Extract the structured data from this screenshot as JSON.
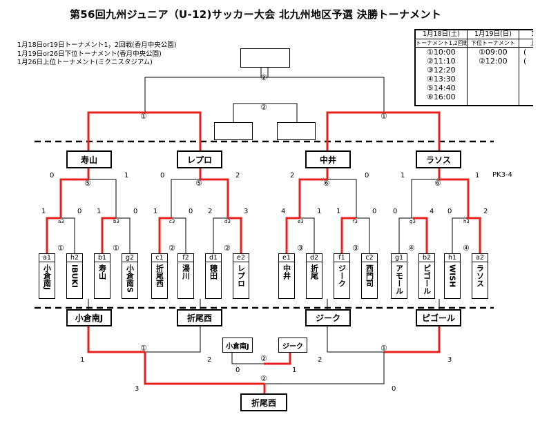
{
  "title": "第56回九州ジュニア（U-12)サッカー大会 北九州地区予選  決勝トーナメント",
  "info_lines": [
    "1月18日or19日トーナメント1，2回戦(香月中央公園)",
    "1月19日or26日下位トーナメント(香月中央公園)",
    "1月26日上位トーナメント(ミクニスタジアム)"
  ],
  "schedule": {
    "col1_header": "1月18日(土)",
    "col1_sub": "トーナメント1,2回戦",
    "col1_times": [
      "①10:00",
      "②11:10",
      "③12:20",
      "④13:30",
      "⑤14:40",
      "⑥16:00"
    ],
    "col2_header": "1月19日(日)",
    "col2_sub": "下位トーナメント",
    "col2_times": [
      "①09:00",
      "②12:00"
    ],
    "col3_header": "1",
    "col3_sub": "上",
    "col3_times": [
      "(",
      "("
    ]
  },
  "round2_winners": [
    "寿山",
    "レプロ",
    "中井",
    "ラソス"
  ],
  "round1_winners": [
    "小倉南J",
    "折尾西",
    "ジーク",
    "ピゴール"
  ],
  "teams": [
    {
      "code": "a1",
      "name": "小倉南J"
    },
    {
      "code": "h2",
      "name": "IBUKI"
    },
    {
      "code": "b1",
      "name": "寿山"
    },
    {
      "code": "g2",
      "name": "小倉南S"
    },
    {
      "code": "c1",
      "name": "折尾西"
    },
    {
      "code": "f2",
      "name": "湯川"
    },
    {
      "code": "d1",
      "name": "穂田"
    },
    {
      "code": "e2",
      "name": "レプロ"
    },
    {
      "code": "e1",
      "name": "中井"
    },
    {
      "code": "d2",
      "name": "折尾"
    },
    {
      "code": "f1",
      "name": "ジーク"
    },
    {
      "code": "c2",
      "name": "西門司"
    },
    {
      "code": "g1",
      "name": "アモール"
    },
    {
      "code": "b2",
      "name": "ピゴール"
    },
    {
      "code": "h1",
      "name": "WISH"
    },
    {
      "code": "a2",
      "name": "ラソス"
    }
  ],
  "match_codes": [
    "a3",
    "b3",
    "c3",
    "d3",
    "e3",
    "f3",
    "g3",
    "h3"
  ],
  "round1_scores": [
    "1",
    "0",
    "1",
    "0",
    "1",
    "0",
    "2",
    "3",
    "4",
    "1",
    "1",
    "0",
    "0",
    "4",
    "0",
    "2"
  ],
  "round2_scores": [
    "0",
    "1",
    "0",
    "2",
    "2",
    "0",
    "1",
    "1"
  ],
  "pk_note": "PK3-4",
  "lower_scores": [
    "1",
    "2",
    "2",
    "3"
  ],
  "lower_semis_scores": [
    "0",
    "1"
  ],
  "lower_final_scores": [
    "3",
    "0"
  ],
  "lower_semi_teams": [
    "小倉南J",
    "ジーク"
  ],
  "lower_champion": "折尾西",
  "slot_numbers": {
    "r1_1": "①",
    "r1_2": "②",
    "r1_3": "③",
    "r1_4": "④",
    "r2_1": "⑤",
    "r2_2": "⑥",
    "top_1": "①",
    "top_2": "②"
  },
  "colors": {
    "win": "#e8201c",
    "line": "#000000"
  }
}
